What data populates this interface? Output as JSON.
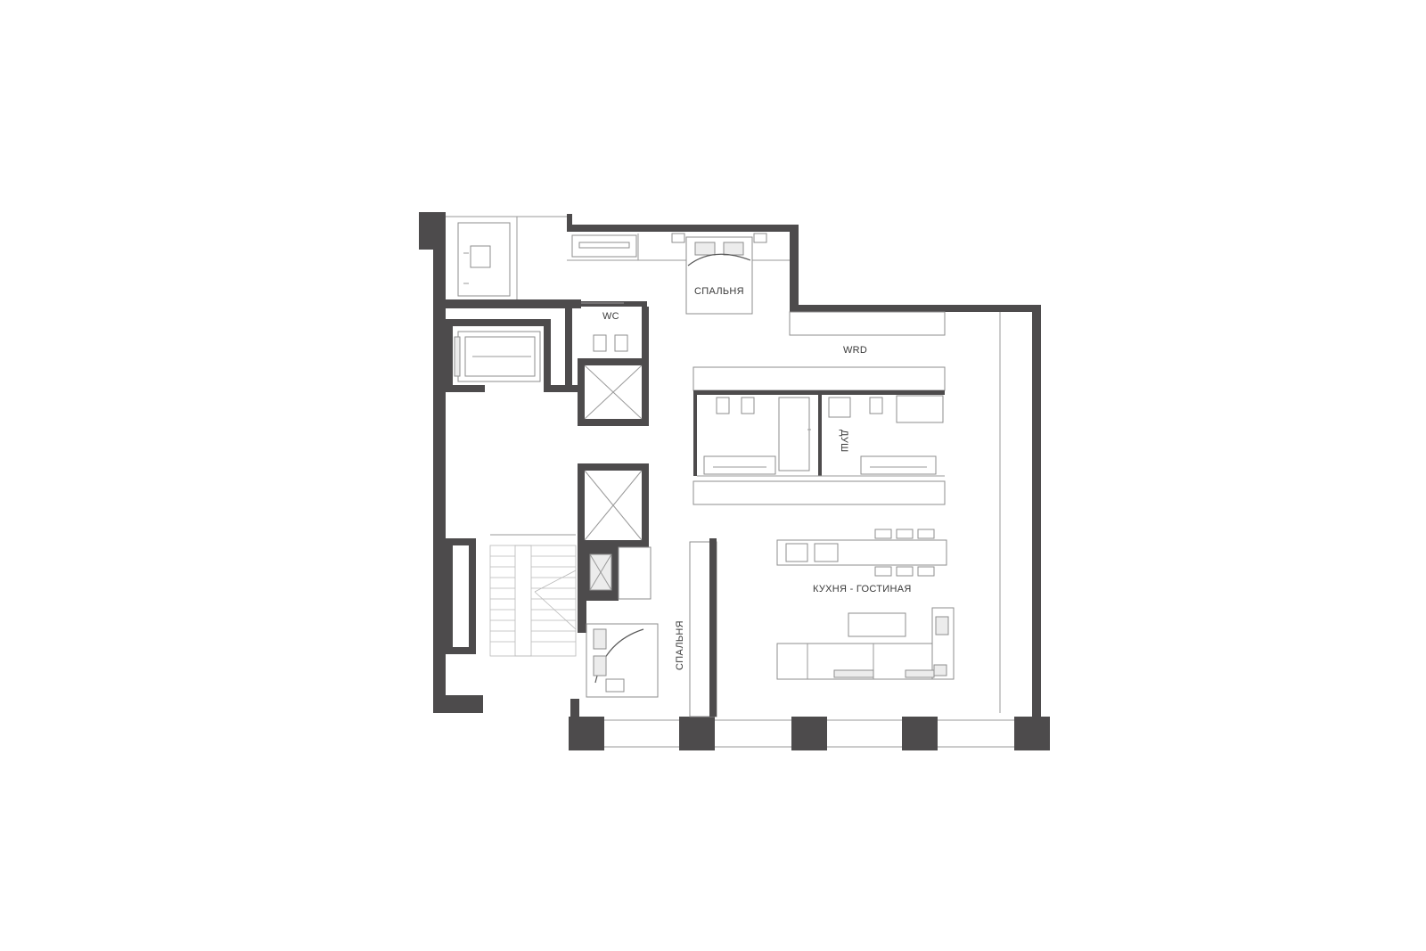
{
  "plan": {
    "colors": {
      "wall": "#4d4b4c",
      "line": "#9a9a9a",
      "background": "#ffffff"
    },
    "labels": {
      "bedroom_top": "СПАЛЬНЯ",
      "wc": "WC",
      "wardrobe": "WRD",
      "shower": "ДУШ",
      "kitchen_living": "КУХНЯ - ГОСТИНАЯ",
      "bedroom_left": "СПАЛЬНЯ"
    }
  }
}
